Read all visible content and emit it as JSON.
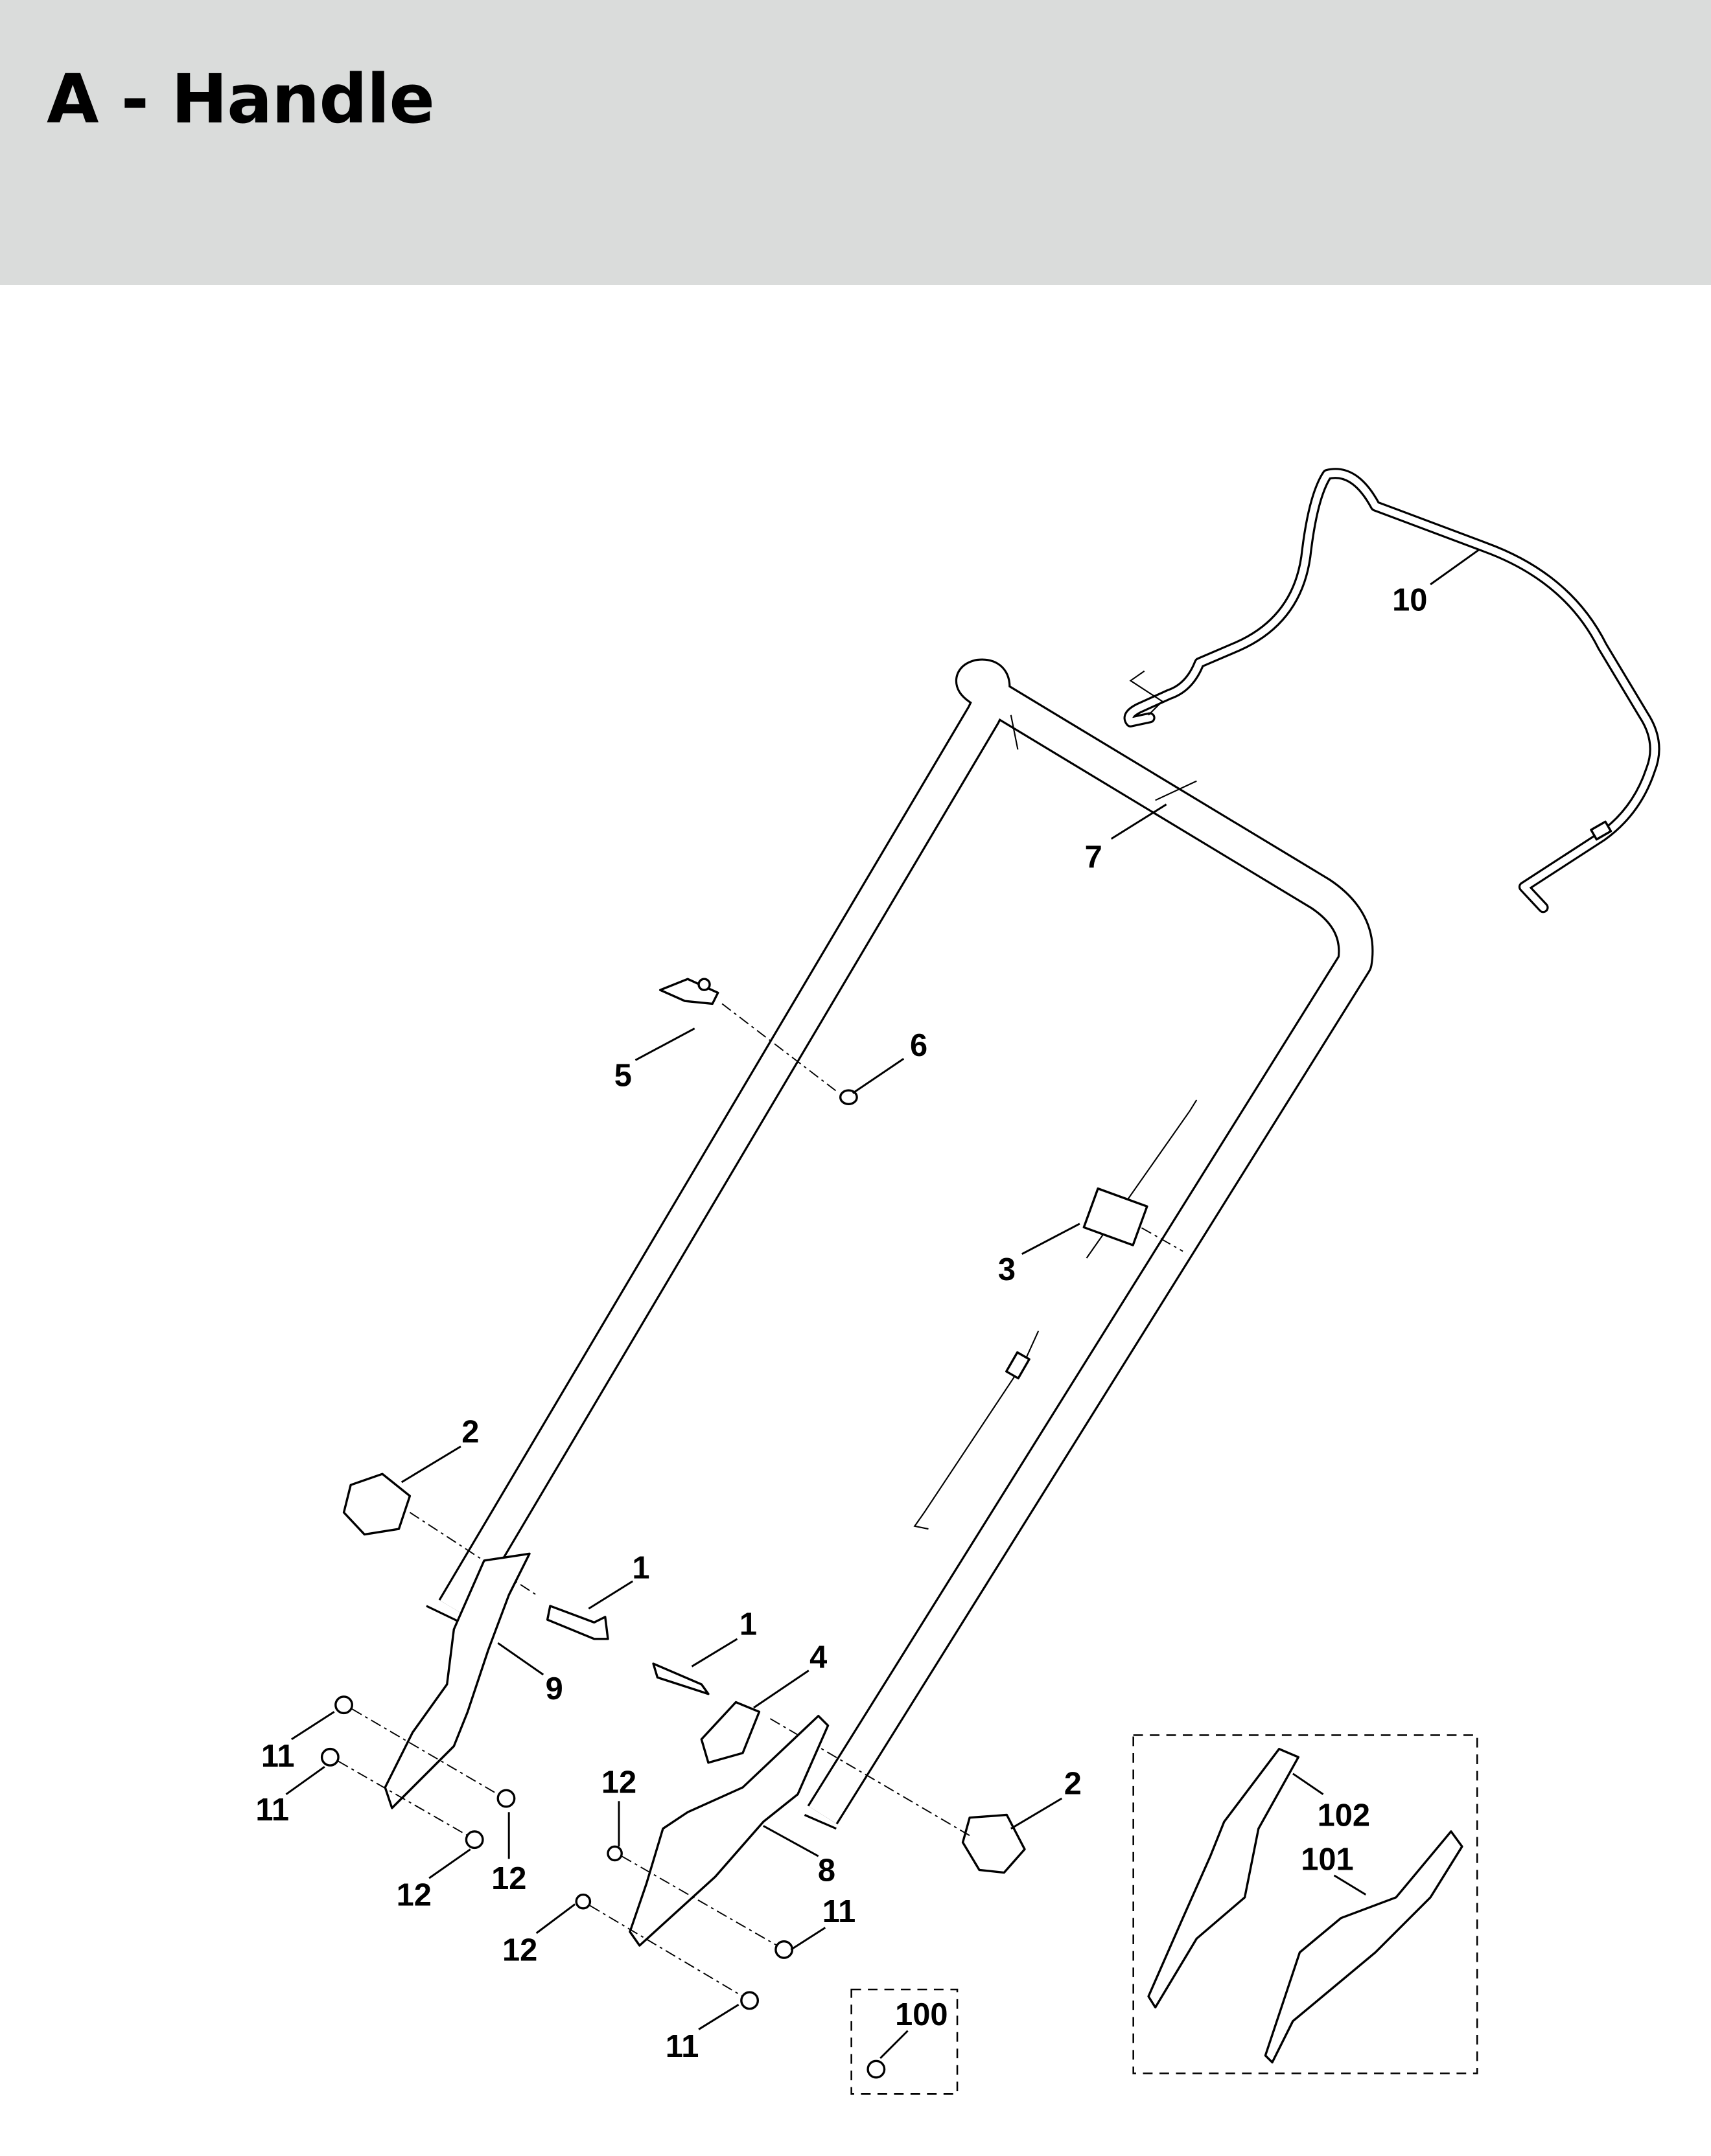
{
  "header": {
    "title": "A - Handle"
  },
  "colors": {
    "header_bg": "#dadcdb",
    "line": "#000000"
  },
  "callouts": {
    "c10": "10",
    "c7": "7",
    "c5": "5",
    "c6": "6",
    "c3": "3",
    "c2a": "2",
    "c1a": "1",
    "c1b": "1",
    "c4": "4",
    "c9": "9",
    "c11a": "11",
    "c11b": "11",
    "c12a": "12",
    "c2b": "2",
    "c102": "102",
    "c101": "101",
    "c12b": "12",
    "c12c": "12",
    "c8": "8",
    "c11c": "11",
    "c12d": "12",
    "c100": "100",
    "c11d": "11"
  }
}
